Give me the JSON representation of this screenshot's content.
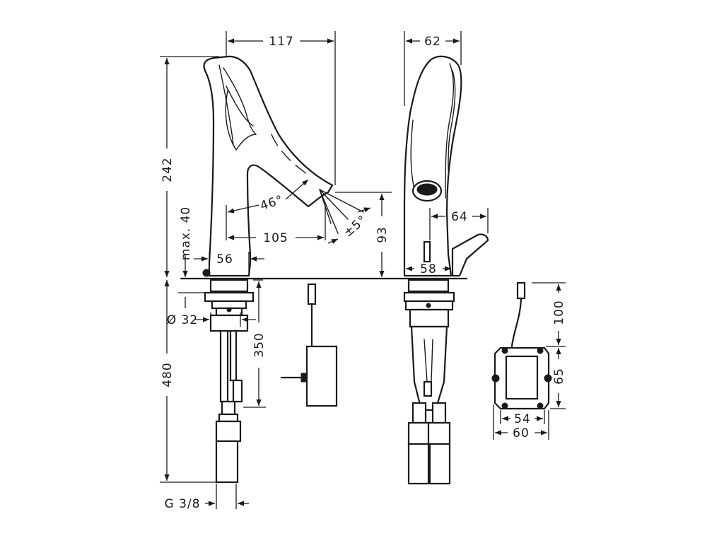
{
  "dimensions": {
    "side_width": "117",
    "side_height": "242",
    "max_40": "max. 40",
    "spout_angle": "46°",
    "sensor_angle": "±5°",
    "spout_reach": "105",
    "spout_height": "93",
    "base_width": "56",
    "hole_diameter": "Ø 32",
    "below_height": "480",
    "hose_length": "350",
    "thread": "G 3/8",
    "front_width": "62",
    "handle_offset": "64",
    "front_base": "58",
    "box_cable": "100",
    "box_height": "65",
    "box_inner": "54",
    "box_outer": "60"
  }
}
